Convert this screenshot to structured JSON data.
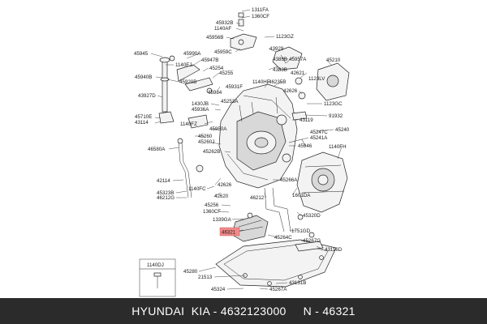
{
  "labels": {
    "l1311FA": "1311FA",
    "l1360CF_top": "1360CF",
    "l45932B": "45932B",
    "l1140AF": "1140AF",
    "l1123GZ": "1123GZ",
    "l45956B": "45956B",
    "l45945": "45945",
    "l45990A": "45990A",
    "l45959C": "45959C",
    "l43929": "43929",
    "l1140EJ": "1140EJ",
    "l45947B": "45947B",
    "l43838_a": "4383B",
    "l45957A": "45957A",
    "l45210": "45210",
    "l45920B": "45920B",
    "l45254": "45254",
    "l43838_b": "4383B",
    "l45940B": "45940B",
    "l45255": "45255",
    "l42621": "42621",
    "l1140HF": "1140HF",
    "l46235B": "46235B",
    "l45931F": "45931F",
    "l1123LV": "1123LV",
    "l43927D": "43927D",
    "l45984": "45984",
    "l42626_top": "42626",
    "l1430JB": "1430JB",
    "l45253A": "45253A",
    "l1123GC": "1123GC",
    "l45936A": "45936A",
    "l45710E": "45710E",
    "l43114": "43114",
    "l91932": "91932",
    "l1140FZ": "1140FZ",
    "l43119": "43119",
    "l45950A": "45950A",
    "l45247C": "45247C",
    "l45240": "45240",
    "l45241A": "45241A",
    "l45260": "45260",
    "l45260J": "45260J",
    "l1140FH": "1140FH",
    "l45946": "45946",
    "l46580A": "46580A",
    "l45262B": "45262B",
    "l42114": "42114",
    "l45266A": "45266A",
    "l42626_mid": "42626",
    "l1140FC": "1140FC",
    "l45323B": "45323B",
    "l46212G": "46212G",
    "l42620": "42620",
    "l46212": "46212",
    "l1601DA": "1601DA",
    "l45256": "45256",
    "l1360CF_mid": "1360CF",
    "l45320D": "45320D",
    "l1339GA": "1339GA",
    "l46321": "46321",
    "l1751GD": "1751GD",
    "l45264C": "45264C",
    "l45267G": "45267G",
    "l43116D": "43116D",
    "l1140DJ": "1140DJ",
    "l45280": "45280",
    "l21513": "21513",
    "l43131B": "43131B",
    "l45324": "45324",
    "l45267A": "45267A"
  },
  "footer": {
    "text": "HYUNDAI  KIA - 4632123000     N - 46321"
  }
}
